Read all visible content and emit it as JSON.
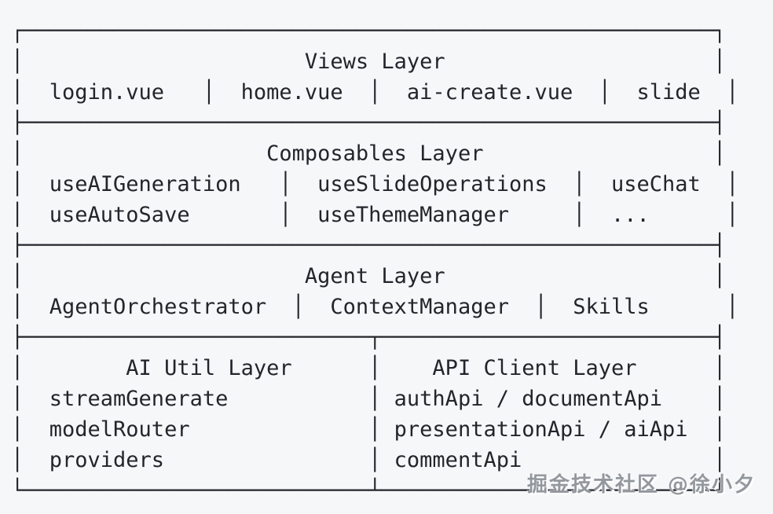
{
  "diagram": {
    "type": "ascii-architecture-diagram",
    "layers": [
      {
        "title": "Views Layer",
        "items": [
          "login.vue",
          "home.vue",
          "ai-create.vue",
          "slide"
        ]
      },
      {
        "title": "Composables Layer",
        "items": [
          "useAIGeneration",
          "useSlideOperations",
          "useChat",
          "useAutoSave",
          "useThemeManager",
          "..."
        ]
      },
      {
        "title": "Agent Layer",
        "items": [
          "AgentOrchestrator",
          "ContextManager",
          "Skills"
        ]
      },
      {
        "title": "AI Util Layer",
        "items": [
          "streamGenerate",
          "modelRouter",
          "providers"
        ]
      },
      {
        "title": "API Client Layer",
        "items": [
          "authApi / documentApi",
          "presentationApi / aiApi",
          "commentApi"
        ]
      }
    ]
  },
  "ascii_lines": [
    "┌──────────────────────────────────────────────────────┐",
    "│                      Views Layer                     │",
    "│  login.vue   │  home.vue  │  ai-create.vue  │  slide  │",
    "├──────────────────────────────────────────────────────┤",
    "│                   Composables Layer                  │",
    "│  useAIGeneration   │  useSlideOperations  │  useChat  │",
    "│  useAutoSave       │  useThemeManager     │  ...      │",
    "├──────────────────────────────────────────────────────┤",
    "│                      Agent Layer                     │",
    "│  AgentOrchestrator  │  ContextManager  │  Skills      │",
    "├───────────────────────────┬──────────────────────────┤",
    "│        AI Util Layer      │    API Client Layer      │",
    "│  streamGenerate           │ authApi / documentApi    │",
    "│  modelRouter              │ presentationApi / aiApi  │",
    "│  providers                │ commentApi               │",
    "└───────────────────────────┴──────────────────────────┘"
  ],
  "watermark": {
    "text": "掘金技术社区 @徐小夕"
  },
  "colors": {
    "background": "#f6f7f9",
    "ink": "#22262b",
    "watermark": "#8d9299"
  }
}
